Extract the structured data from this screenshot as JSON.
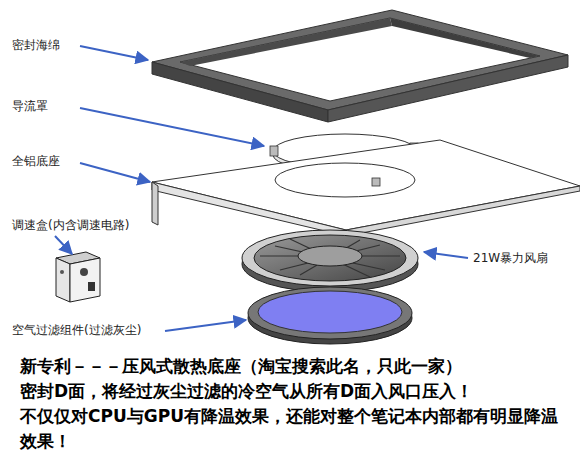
{
  "diagram": {
    "labels": [
      "密封海绵",
      "导流罩",
      "全铝底座",
      "调速盒(内含调速电路)",
      "21W暴力风扇",
      "空气过滤组件(过滤灰尘)",
      "新专利－－－压风式散热底座（淘宝搜索此名，只此一家）",
      "密封D面，将经过灰尘过滤的冷空气从所有D面入风口压入！",
      "不仅仅对CPU与GPU有降温效果，还能对整个笔记本内部都有明显降温效果！"
    ]
  }
}
